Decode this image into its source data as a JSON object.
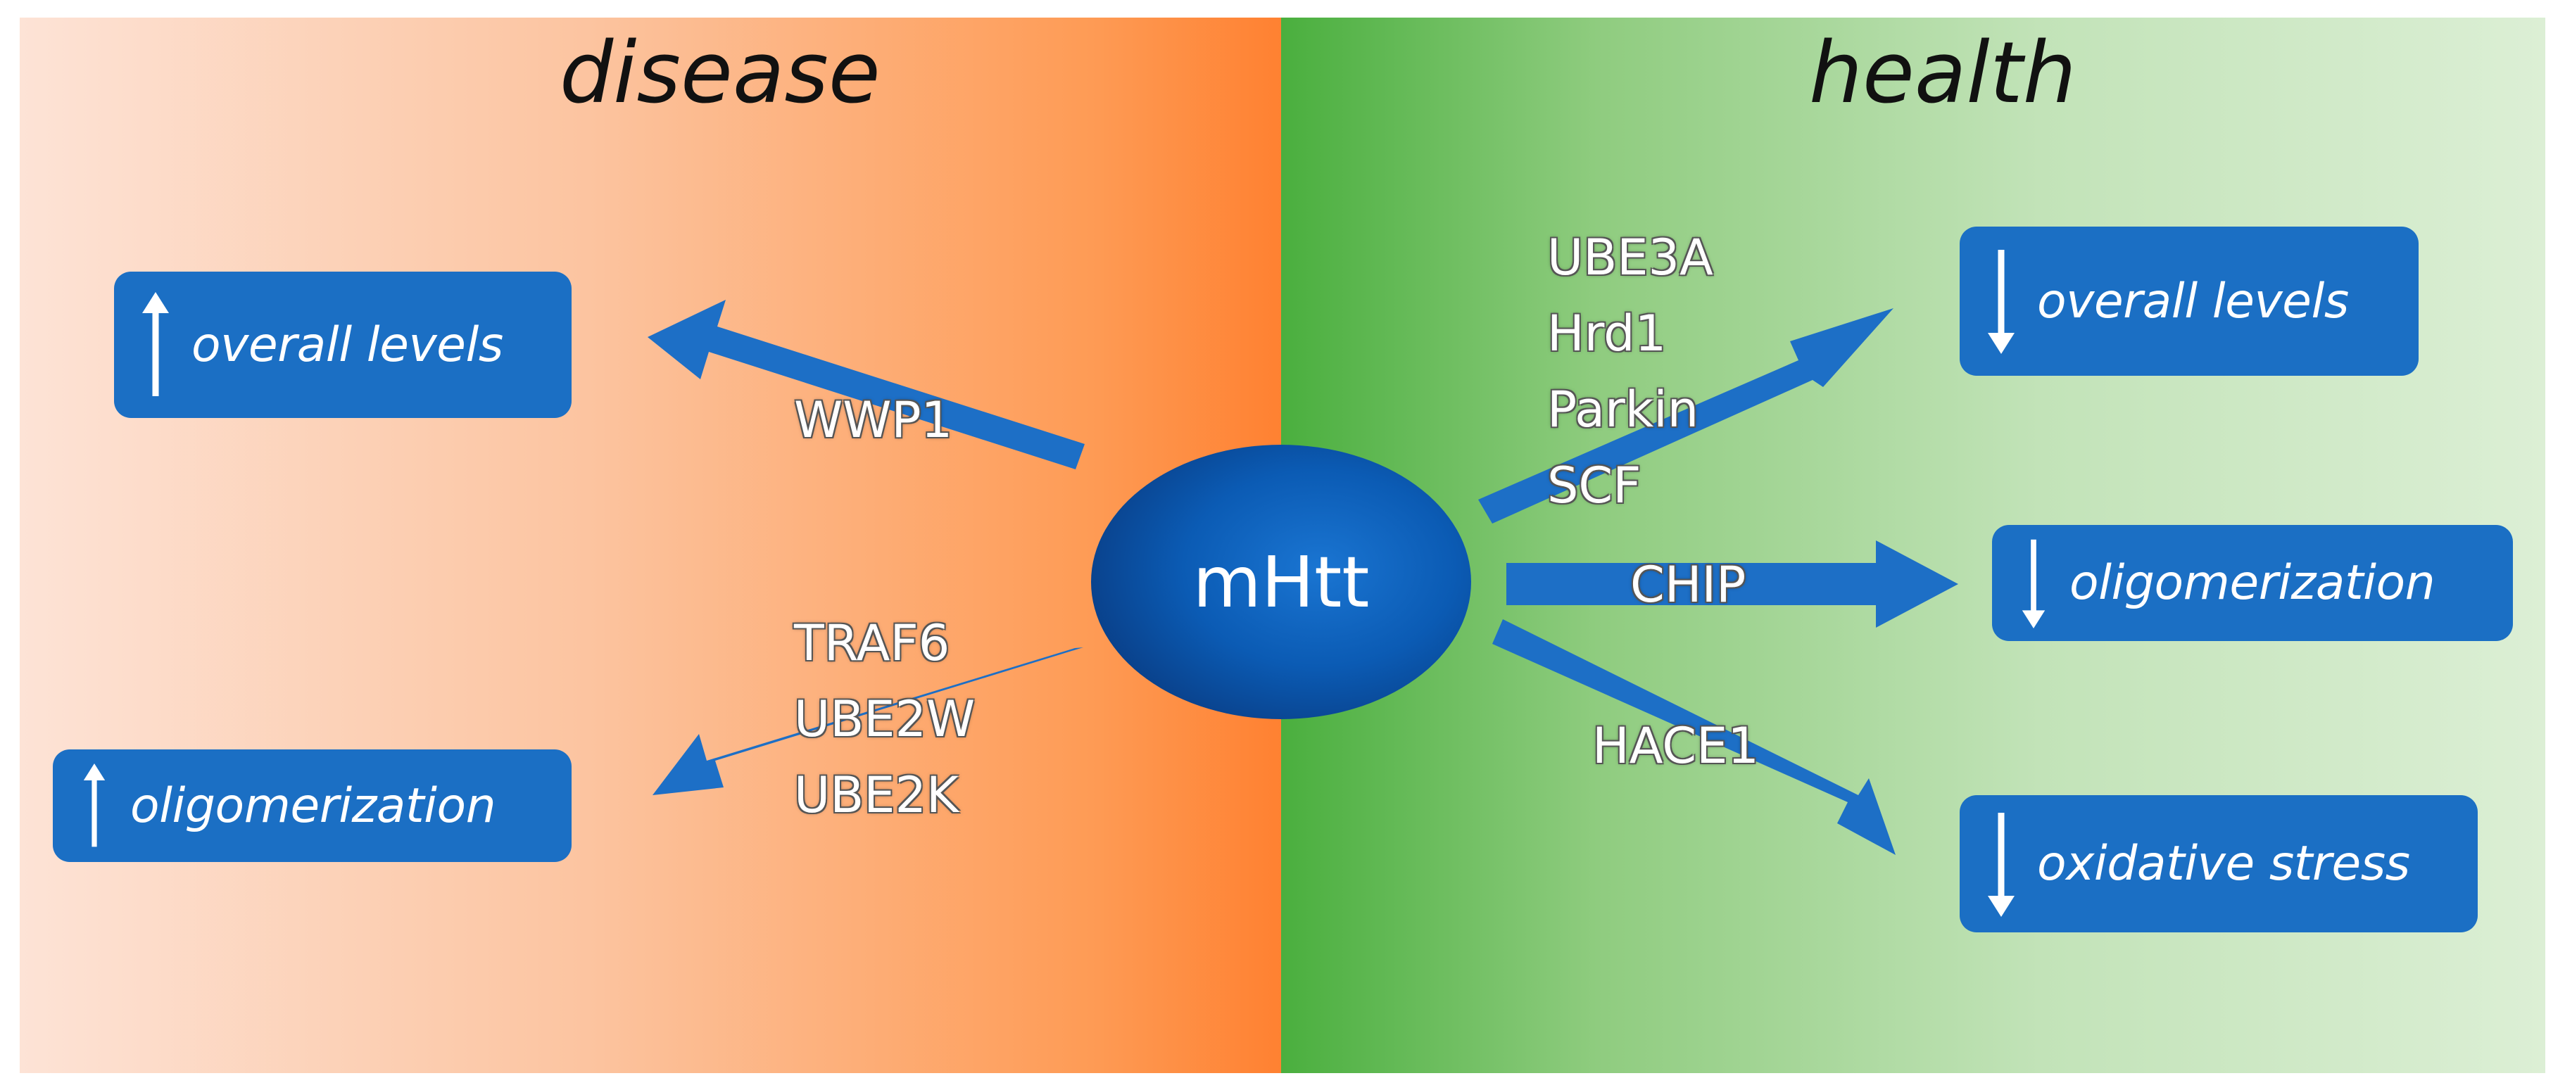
{
  "panels": {
    "disease": {
      "title": "disease",
      "color": "#ff8a3a"
    },
    "health": {
      "title": "health",
      "color": "#4fb043"
    }
  },
  "center": {
    "label": "mHtt",
    "color": "#0d5db8"
  },
  "arrow_color": "#1d6fc6",
  "disease_outcomes": [
    {
      "direction": "up",
      "icon": "up-arrow-icon",
      "label": "overall levels",
      "enzymes": [
        "WWP1"
      ]
    },
    {
      "direction": "up",
      "icon": "up-arrow-icon",
      "label": "oligomerization",
      "enzymes": [
        "TRAF6",
        "UBE2W",
        "UBE2K"
      ]
    }
  ],
  "health_outcomes": [
    {
      "direction": "down",
      "icon": "down-arrow-icon",
      "label": "overall levels",
      "enzymes": [
        "UBE3A",
        "Hrd1",
        "Parkin",
        "SCF"
      ]
    },
    {
      "direction": "down",
      "icon": "down-arrow-icon",
      "label": "oligomerization",
      "enzymes": [
        "CHIP"
      ]
    },
    {
      "direction": "down",
      "icon": "down-arrow-icon",
      "label": "oxidative stress",
      "enzymes": [
        "HACE1"
      ]
    }
  ]
}
